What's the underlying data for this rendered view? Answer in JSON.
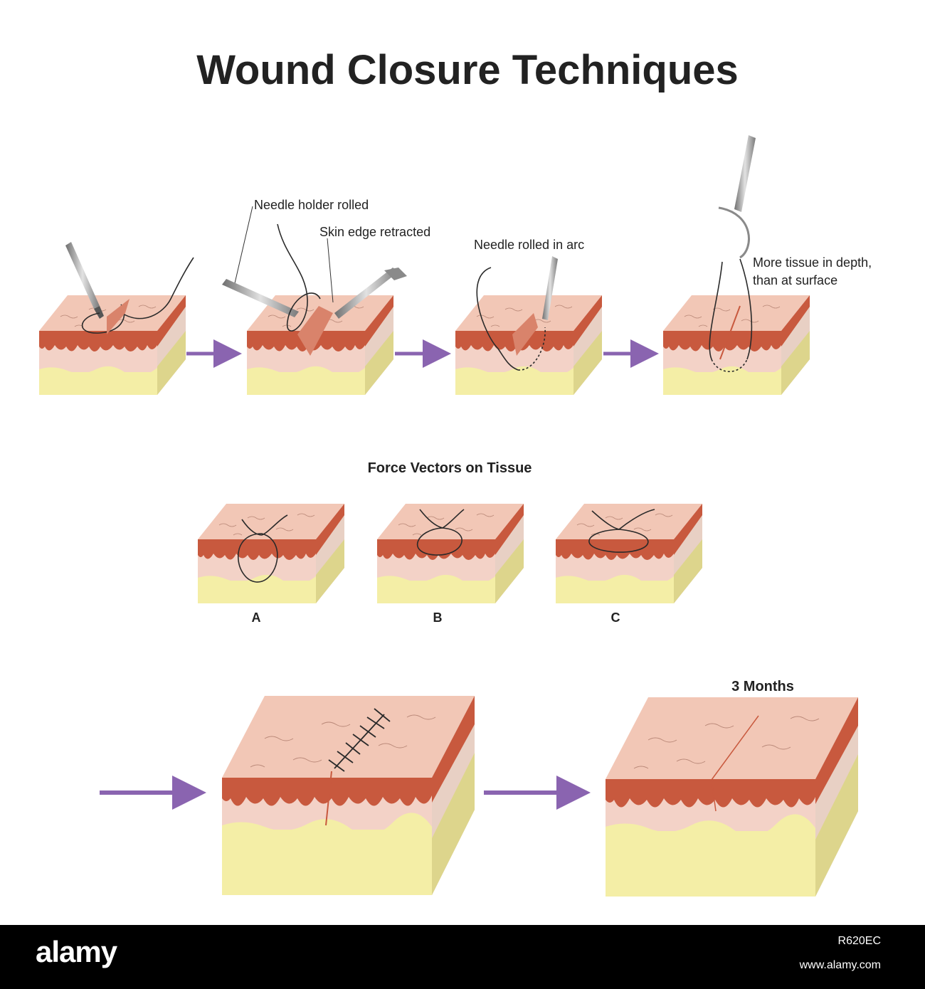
{
  "title": "Wound Closure Techniques",
  "steps": {
    "needle_holder_label": "Needle holder rolled",
    "skin_edge_label": "Skin edge retracted",
    "needle_arc_label": "Needle rolled in arc",
    "depth_label_line1": "More tissue in depth,",
    "depth_label_line2": "than at surface"
  },
  "force": {
    "heading": "Force Vectors on Tissue",
    "labels": [
      "A",
      "B",
      "C"
    ]
  },
  "healing": {
    "label": "3 Months"
  },
  "footer": {
    "brand": "alamy",
    "image_id": "R620EC",
    "site": "www.alamy.com"
  },
  "colors": {
    "skin_top": "#f2c7b6",
    "dermis": "#f3d2c7",
    "epidermis_edge": "#c8593e",
    "fat": "#f4eea6",
    "fat_side": "#ddd58c",
    "arrow": "#8a64b0",
    "suture": "#2a2a2a",
    "instrument": "#9a9a9a"
  }
}
